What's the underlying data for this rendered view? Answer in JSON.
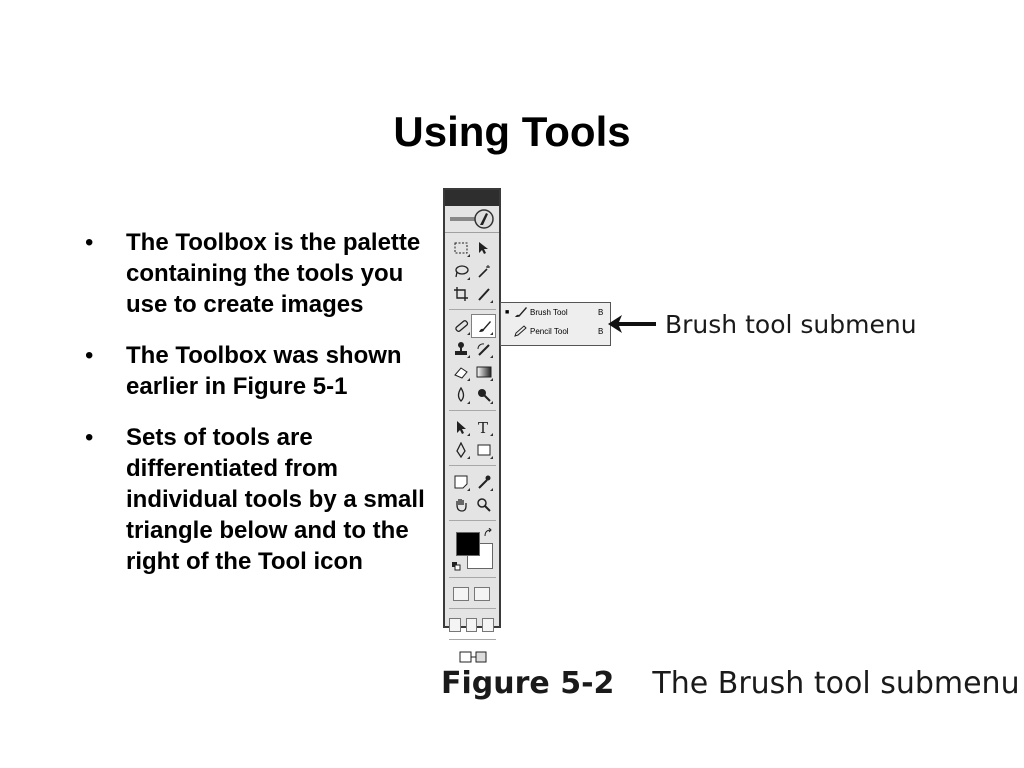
{
  "slide": {
    "title": "Using Tools",
    "bullets": [
      "The Toolbox is the palette containing the tools you use to create images",
      "The Toolbox was shown earlier in Figure 5-1",
      "Sets of tools are differentiated from individual tools by a small triangle below and to the right of the Tool icon"
    ]
  },
  "figure": {
    "submenu": {
      "items": [
        {
          "label": "Brush Tool",
          "shortcut": "B",
          "selected": true,
          "icon": "brush-icon"
        },
        {
          "label": "Pencil Tool",
          "shortcut": "B",
          "selected": false,
          "icon": "pencil-icon"
        }
      ]
    },
    "callout": "Brush tool submenu",
    "caption_number": "Figure 5-2",
    "caption_text": "The Brush tool submenu"
  },
  "toolbox_icons": [
    [
      "marquee-icon",
      "move-icon"
    ],
    [
      "lasso-icon",
      "magic-wand-icon"
    ],
    [
      "crop-icon",
      "slice-icon"
    ],
    [
      "healing-brush-icon",
      "brush-icon"
    ],
    [
      "clone-stamp-icon",
      "history-brush-icon"
    ],
    [
      "eraser-icon",
      "gradient-icon"
    ],
    [
      "blur-icon",
      "dodge-icon"
    ],
    [
      "path-selection-icon",
      "type-icon"
    ],
    [
      "pen-icon",
      "shape-icon"
    ],
    [
      "notes-icon",
      "eyedropper-icon"
    ],
    [
      "hand-icon",
      "zoom-icon"
    ]
  ]
}
